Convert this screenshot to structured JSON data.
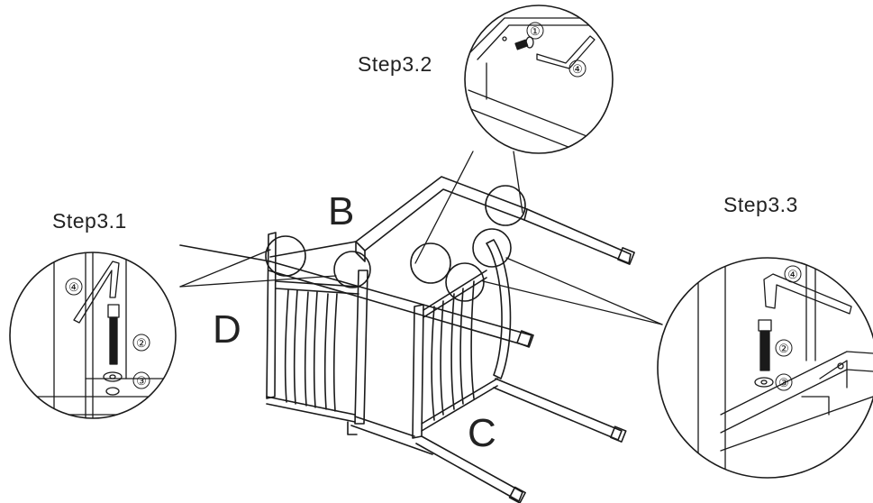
{
  "steps": {
    "step_3_1": "Step3.1",
    "step_3_2": "Step3.2",
    "step_3_3": "Step3.3"
  },
  "parts": {
    "b": "B",
    "c": "C",
    "d": "D"
  },
  "callouts": {
    "c1": "①",
    "c2": "②",
    "c3": "③",
    "c4": "④"
  },
  "colors": {
    "line": "#1a1a1a",
    "background": "#ffffff"
  }
}
